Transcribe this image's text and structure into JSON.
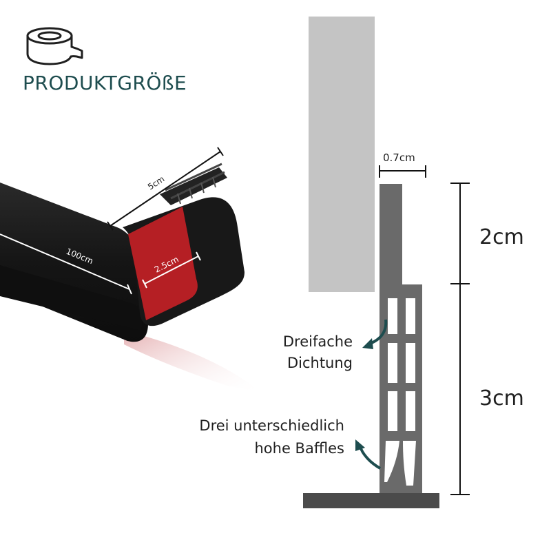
{
  "header": {
    "title": "PRODUKTGRÖßE",
    "icon": "tape-roll-icon"
  },
  "strip": {
    "dim_length": "100cm",
    "dim_width": "5cm",
    "dim_tape": "2.5cm"
  },
  "profile": {
    "dim_thickness": "0.7cm",
    "dim_top": "2cm",
    "dim_bottom": "3cm",
    "note_seal_line1": "Dreifache",
    "note_seal_line2": "Dichtung",
    "note_baffles_line1": "Drei unterschiedlich",
    "note_baffles_line2": "hohe Baffles"
  },
  "colors": {
    "brand": "#1e4d4f",
    "strip": "#1a1a1a",
    "adhesive": "#b51f24",
    "door": "#c4c4c4",
    "profile": "#6a6a6a",
    "floor": "#4b4b4b"
  }
}
